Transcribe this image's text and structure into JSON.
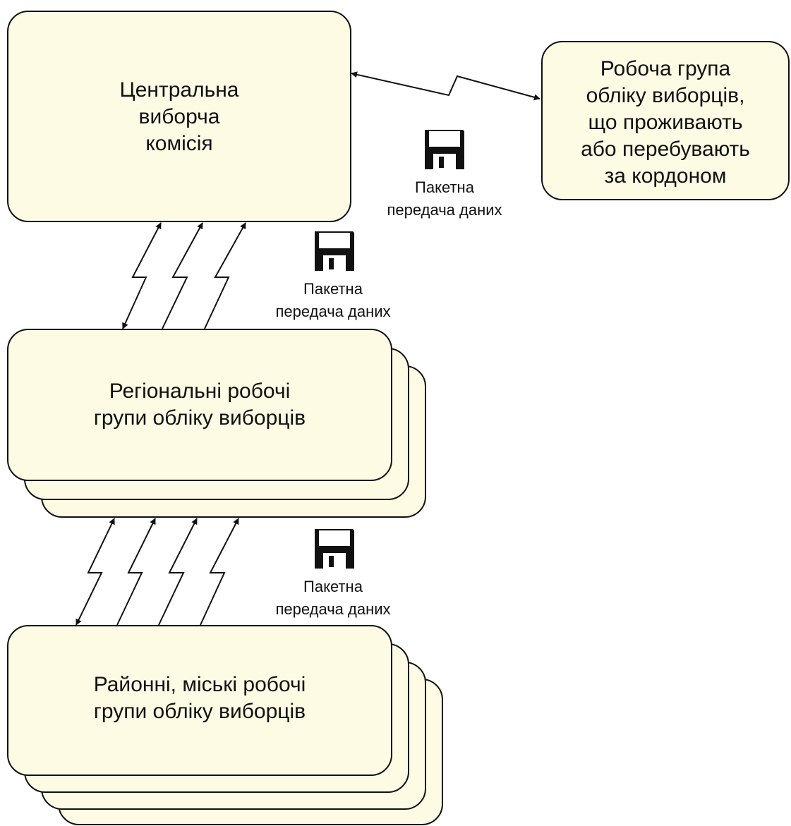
{
  "nodes": {
    "central": {
      "lines": [
        "Центральна",
        "виборча",
        "комісія"
      ]
    },
    "abroad": {
      "lines": [
        "Робоча група",
        "обліку виборців,",
        "що проживають",
        "або перебувають",
        "за кордоном"
      ]
    },
    "regional": {
      "lines": [
        "Регіональні робочі",
        "групи обліку виборців"
      ]
    },
    "district": {
      "lines": [
        "Районні, міські робочі",
        "групи обліку виборців"
      ]
    }
  },
  "captions": [
    {
      "line1": "Пакетна",
      "line2": "передача даних"
    },
    {
      "line1": "Пакетна",
      "line2": "передача даних"
    },
    {
      "line1": "Пакетна",
      "line2": "передача даних"
    }
  ],
  "icons": {
    "transfer": "floppy-disk-icon",
    "link": "lightning-link"
  },
  "colors": {
    "box_fill": "#fdfbe4",
    "stroke": "#111111"
  }
}
